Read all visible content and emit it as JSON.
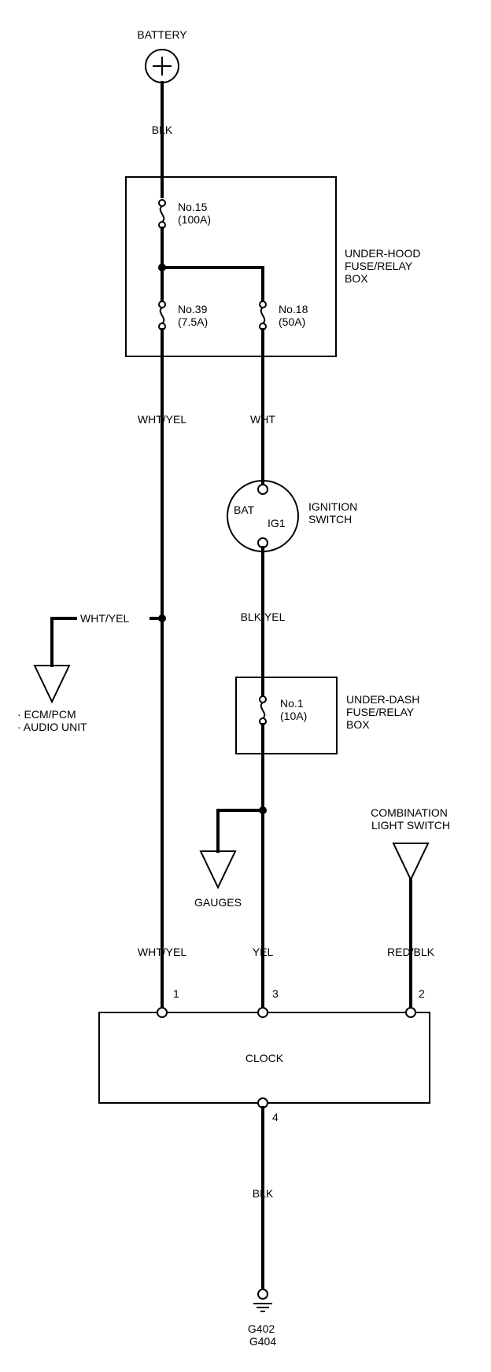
{
  "battery": {
    "label": "BATTERY",
    "symbol": "+"
  },
  "wires": {
    "battery_out": "BLK",
    "fuse39_out": "WHT/YEL",
    "fuse18_out": "WHT",
    "ecm_branch": "WHT/YEL",
    "ig1_out": "BLK/YEL",
    "clock_pin1": "WHT/YEL",
    "clock_pin3": "YEL",
    "clock_pin2": "RED/BLK",
    "ground": "BLK"
  },
  "under_hood_box": {
    "label_lines": [
      "UNDER-HOOD",
      "FUSE/RELAY",
      "BOX"
    ],
    "fuses": [
      {
        "name": "No.15",
        "rating": "(100A)"
      },
      {
        "name": "No.39",
        "rating": "(7.5A)"
      },
      {
        "name": "No.18",
        "rating": "(50A)"
      }
    ]
  },
  "ignition_switch": {
    "label_lines": [
      "IGNITION",
      "SWITCH"
    ],
    "terminal_bat": "BAT",
    "terminal_ig1": "IG1"
  },
  "ecm_destinations": [
    "· ECM/PCM",
    "· AUDIO UNIT"
  ],
  "under_dash_box": {
    "label_lines": [
      "UNDER-DASH",
      "FUSE/RELAY",
      "BOX"
    ],
    "fuse": {
      "name": "No.1",
      "rating": "(10A)"
    }
  },
  "gauges": {
    "label": "GAUGES"
  },
  "combination_light_switch": {
    "label_lines": [
      "COMBINATION",
      "LIGHT SWITCH"
    ]
  },
  "clock": {
    "label": "CLOCK",
    "pins": {
      "p1": "1",
      "p2": "2",
      "p3": "3",
      "p4": "4"
    }
  },
  "ground": {
    "labels": [
      "G402",
      "G404"
    ]
  }
}
